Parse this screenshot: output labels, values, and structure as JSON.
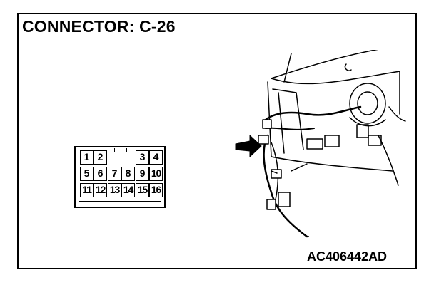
{
  "title": "CONNECTOR: C-26",
  "figure_code": "AC406442AD",
  "connector": {
    "row1": [
      "1",
      "2",
      "3",
      "4"
    ],
    "row2": [
      "5",
      "6",
      "7",
      "8",
      "9",
      "10"
    ],
    "row3": [
      "11",
      "12",
      "13",
      "14",
      "15",
      "16"
    ]
  }
}
